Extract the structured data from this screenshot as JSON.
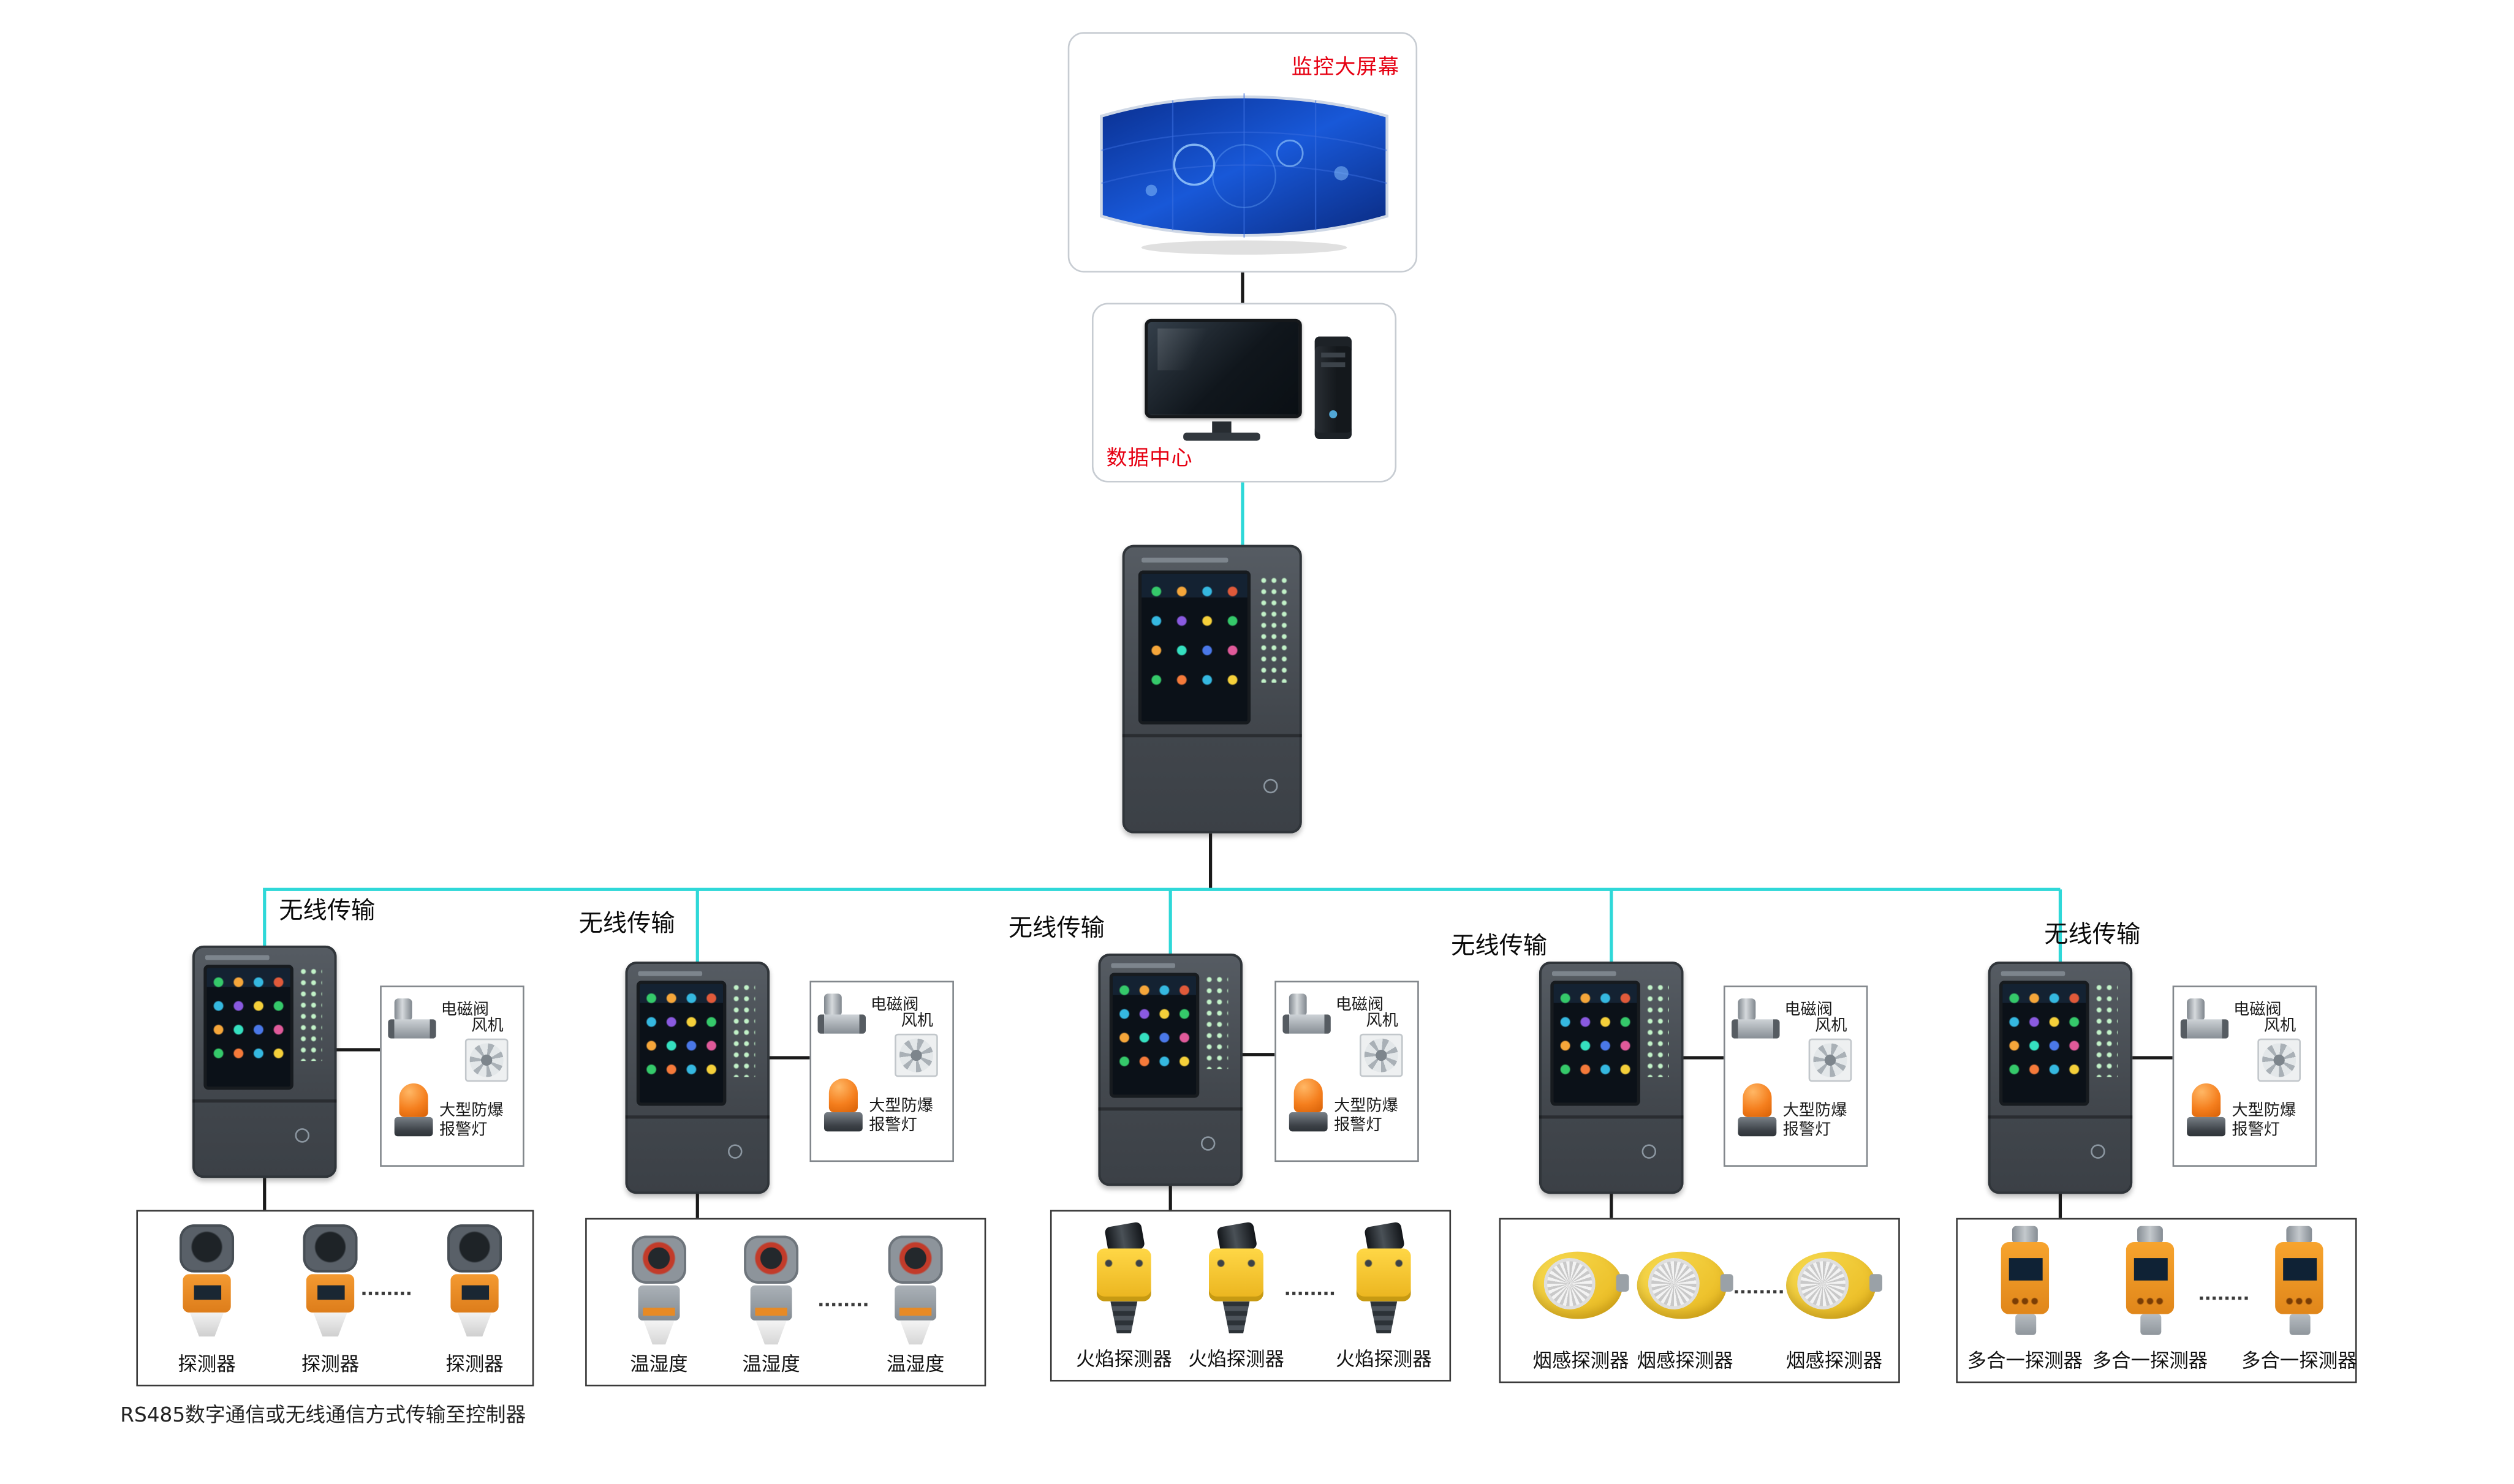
{
  "top": {
    "big_screen_label": "监控大屏幕",
    "data_center_label": "数据中心"
  },
  "bus": {
    "wireless_label": "无线传输"
  },
  "accessory_labels": {
    "valve": "电磁阀",
    "fan": "风机",
    "alarm_line1": "大型防爆",
    "alarm_line2": "报警灯"
  },
  "groups": [
    {
      "type": "gas-detector",
      "detector_labels": [
        "探测器",
        "探测器",
        "探测器"
      ]
    },
    {
      "type": "temp-humidity-sensor",
      "detector_labels": [
        "温湿度",
        "温湿度",
        "温湿度"
      ]
    },
    {
      "type": "flame-detector",
      "detector_labels": [
        "火焰探测器",
        "火焰探测器",
        "火焰探测器"
      ]
    },
    {
      "type": "smoke-detector",
      "detector_labels": [
        "烟感探测器",
        "烟感探测器",
        "烟感探测器"
      ]
    },
    {
      "type": "multi-in-one-detector",
      "detector_labels": [
        "多合一探测器",
        "多合一探测器",
        "多合一探测器"
      ]
    }
  ],
  "footer_note": "RS485数字通信或无线通信方式传输至控制器",
  "colors": {
    "accent_red": "#e60012",
    "connector_cyan": "#2fd8d8",
    "connector_black": "#1a1a1a",
    "panel_body": "#464c52",
    "detector_orange": "#ee8f2c",
    "detector_yellow": "#f0c02a"
  }
}
